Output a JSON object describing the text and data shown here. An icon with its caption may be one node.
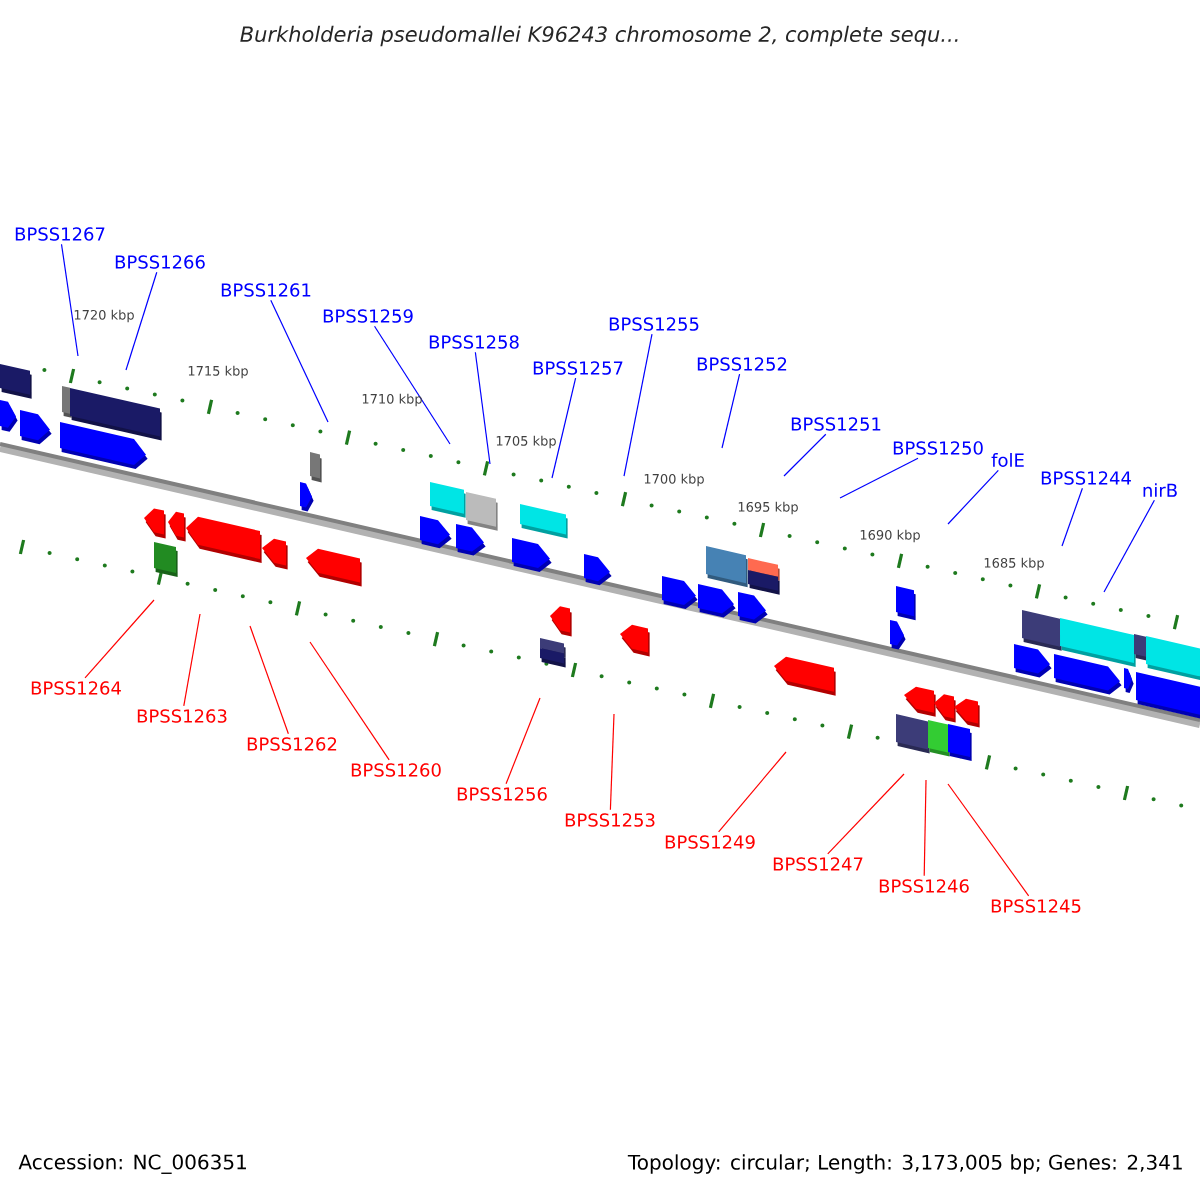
{
  "diagram": {
    "title": "Burkholderia pseudomallei K96243 chromosome 2, complete sequ...",
    "nodes": [
      {
        "text": [
          "BPSS1267"
        ]
      },
      {
        "text": [
          "BPSS1266"
        ]
      },
      {
        "text": [
          "BPSS1261"
        ]
      },
      {
        "text": [
          "BPSS1259"
        ]
      },
      {
        "text": [
          "BPSS1258"
        ]
      },
      {
        "text": [
          "BPSS1257"
        ]
      },
      {
        "text": [
          "BPSS1255"
        ]
      },
      {
        "text": [
          "BPSS1252"
        ]
      },
      {
        "text": [
          "BPSS1251"
        ]
      },
      {
        "text": [
          "BPSS1250"
        ]
      },
      {
        "text": [
          "folE"
        ]
      },
      {
        "text": [
          "BPSS1244"
        ]
      },
      {
        "text": [
          "nirB"
        ]
      },
      {
        "text": [
          "BPSS1264"
        ]
      },
      {
        "text": [
          "BPSS1263"
        ]
      },
      {
        "text": [
          "BPSS1262"
        ]
      },
      {
        "text": [
          "BPSS1260"
        ]
      },
      {
        "text": [
          "BPSS1256"
        ]
      },
      {
        "text": [
          "BPSS1253"
        ]
      },
      {
        "text": [
          "BPSS1249"
        ]
      },
      {
        "text": [
          "BPSS1247"
        ]
      },
      {
        "text": [
          "BPSS1246"
        ]
      },
      {
        "text": [
          "BPSS1245"
        ]
      }
    ],
    "edges": [
      {
        "from": 0,
        "to": null,
        "arrow": "none"
      },
      {
        "from": 1,
        "to": null,
        "arrow": "none"
      },
      {
        "from": 2,
        "to": null,
        "arrow": "none"
      },
      {
        "from": 3,
        "to": null,
        "arrow": "none"
      },
      {
        "from": 4,
        "to": null,
        "arrow": "none"
      },
      {
        "from": 5,
        "to": null,
        "arrow": "none"
      },
      {
        "from": 6,
        "to": null,
        "arrow": "none"
      },
      {
        "from": 7,
        "to": null,
        "arrow": "none"
      },
      {
        "from": 8,
        "to": null,
        "arrow": "none"
      },
      {
        "from": 9,
        "to": null,
        "arrow": "none"
      },
      {
        "from": 10,
        "to": null,
        "arrow": "none"
      },
      {
        "from": 11,
        "to": null,
        "arrow": "none"
      },
      {
        "from": 12,
        "to": null,
        "arrow": "none"
      },
      {
        "from": 13,
        "to": null,
        "arrow": "none",
        "color": "#ff0000"
      },
      {
        "from": 14,
        "to": null,
        "arrow": "none",
        "color": "#ff0000"
      },
      {
        "from": 15,
        "to": null,
        "arrow": "none",
        "color": "#ff0000"
      },
      {
        "from": 16,
        "to": null,
        "arrow": "none",
        "color": "#ff0000"
      },
      {
        "from": 17,
        "to": null,
        "arrow": "none",
        "color": "#ff0000"
      },
      {
        "from": 18,
        "to": null,
        "arrow": "none",
        "color": "#ff0000"
      },
      {
        "from": 19,
        "to": null,
        "arrow": "none",
        "color": "#ff0000"
      },
      {
        "from": 20,
        "to": null,
        "arrow": "none",
        "color": "#ff0000"
      },
      {
        "from": 21,
        "to": null,
        "arrow": "none",
        "color": "#ff0000"
      },
      {
        "from": 22,
        "to": null,
        "arrow": "none",
        "color": "#ff0000"
      }
    ],
    "labels": [
      "1720 kbp",
      "1715 kbp",
      "1710 kbp",
      "1705 kbp",
      "1700 kbp",
      "1695 kbp",
      "1690 kbp",
      "1685 kbp",
      "Accession: NC_006351",
      "Topology: circular; Length: 3,173,005 bp; Genes: 2,341"
    ]
  }
}
